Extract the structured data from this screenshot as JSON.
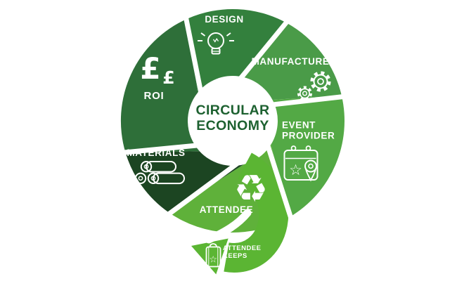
{
  "diagram": {
    "name": "Circular Economy",
    "title_line1": "CIRCULAR",
    "title_line2": "ECONOMY",
    "title_color": "#1d6130",
    "background_color": "#ffffff",
    "divider_color": "#ffffff"
  },
  "segments": [
    {
      "label": "DESIGN",
      "color": "#33803d",
      "icon": "lightbulb-icon"
    },
    {
      "label": "MANUFACTURE",
      "color": "#4a9b48",
      "icon": "gears-icon"
    },
    {
      "label_line1": "EVENT",
      "label_line2": "PROVIDER",
      "color": "#53a945",
      "icon": "calendar-event-icon"
    },
    {
      "label": "ATTENDEE",
      "color": "#5fb13a",
      "icon": "recycle-icon"
    },
    {
      "label": "MATERIALS",
      "color": "#1c4522",
      "icon": "material-rolls-icon"
    },
    {
      "label": "ROI",
      "color": "#2e6f39",
      "icon": "pound-roi-icon"
    }
  ],
  "tail_arrow": {
    "label_line1": "ATTENDEE",
    "label_line2": "KEEPS",
    "color": "#5bb533",
    "icon": "gift-bag-icon"
  },
  "glyphs": {
    "recycle": "♻",
    "pound_large": "£",
    "pound_small": "£",
    "calendar_star": "☆",
    "bag_star": "☆"
  }
}
